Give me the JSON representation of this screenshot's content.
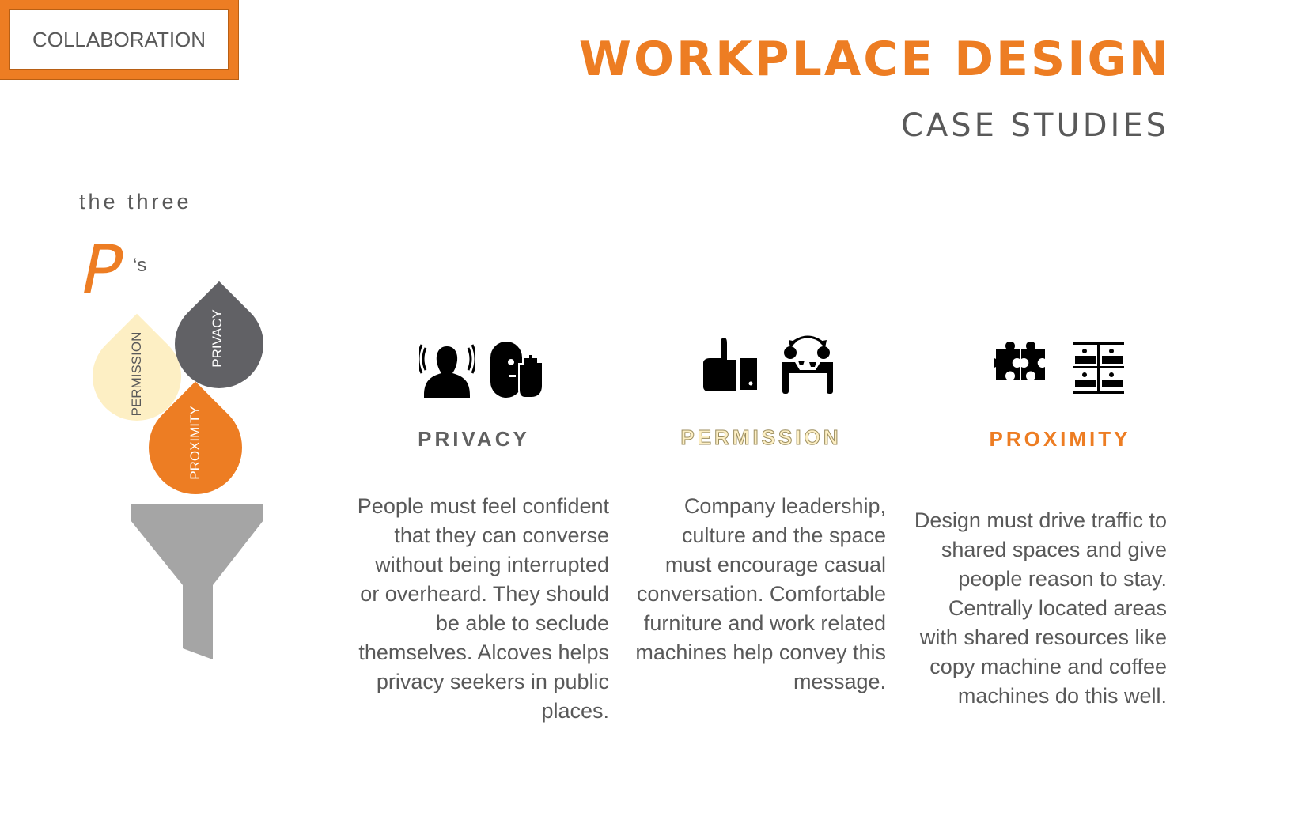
{
  "header": {
    "title": "WORKPLACE DESIGN",
    "subtitle": "CASE STUDIES"
  },
  "sidebar": {
    "intro": "the three",
    "big_letter": "P",
    "suffix": "‘s",
    "drops": [
      {
        "label": "PERMISSION",
        "color": "#FDEFC4"
      },
      {
        "label": "PRIVACY",
        "color": "#616165"
      },
      {
        "label": "PROXIMITY",
        "color": "#ED7D23"
      }
    ],
    "result": "COLLABORATION"
  },
  "columns": [
    {
      "heading": "PRIVACY",
      "color": "#616161",
      "icons": [
        "listening-person-icon",
        "hand-stop-face-icon"
      ],
      "text": "People must feel confident that they can converse without being interrupted or overheard. They should be able to seclude themselves. Alcoves helps privacy seekers in public places."
    },
    {
      "heading": "PERMISSION",
      "color": "#FDEFC4",
      "icons": [
        "thumbs-up-icon",
        "people-conversation-icon"
      ],
      "text": "Company leadership, culture and the space must encourage casual conversation. Comfortable furniture and work related machines help convey this message."
    },
    {
      "heading": "PROXIMITY",
      "color": "#ED7D23",
      "icons": [
        "puzzle-icon",
        "shared-workspace-icon"
      ],
      "text": "Design must drive traffic to shared spaces and give people reason to stay. Centrally located areas with shared resources like copy machine  and coffee machines do this well."
    }
  ]
}
